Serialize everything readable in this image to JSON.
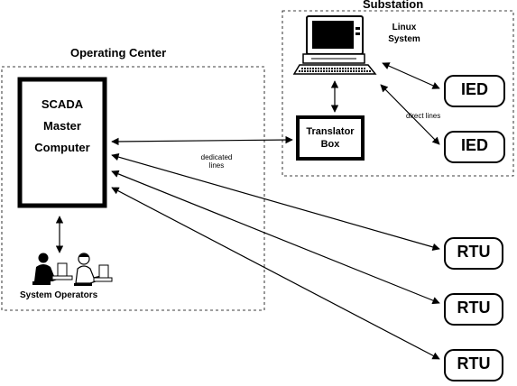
{
  "regions": {
    "operating_center": {
      "title": "Operating Center"
    },
    "substation": {
      "title": "Substation"
    }
  },
  "scada": {
    "line1": "SCADA",
    "line2": "Master",
    "line3": "Computer"
  },
  "operators": {
    "label": "System Operators"
  },
  "translator": {
    "line1": "Translator",
    "line2": "Box"
  },
  "linux": {
    "line1": "Linux",
    "line2": "System"
  },
  "links": {
    "dedicated_line1": "dedicated",
    "dedicated_line2": "lines",
    "direct": "direct lines"
  },
  "devices": {
    "ied": [
      "IED",
      "IED"
    ],
    "rtu": [
      "RTU",
      "RTU",
      "RTU"
    ]
  },
  "colors": {
    "ink": "#000000",
    "background": "#ffffff"
  }
}
